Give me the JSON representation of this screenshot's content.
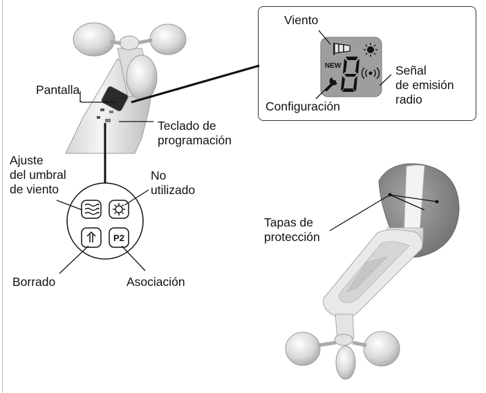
{
  "labels": {
    "pantalla": "Pantalla",
    "teclado": [
      "Teclado de",
      "programación"
    ],
    "ajuste": [
      "Ajuste",
      "del umbral",
      "de viento"
    ],
    "no_utilizado": [
      "No",
      "utilizado"
    ],
    "borrado": "Borrado",
    "asociacion": "Asociación",
    "tapas": [
      "Tapas de",
      "protección"
    ]
  },
  "display_inset": {
    "viento": "Viento",
    "senal": [
      "Señal",
      "de emisión",
      "radio"
    ],
    "configuracion": "Configuración",
    "new_badge": "NEW",
    "digit": "8"
  },
  "keypad": {
    "keys": [
      {
        "name": "wind-threshold-key",
        "icon": "wind-waves-icon"
      },
      {
        "name": "unused-key",
        "icon": "sun-icon"
      },
      {
        "name": "erase-key",
        "icon": "double-arrow-up-icon"
      },
      {
        "name": "pairing-key",
        "text": "P2"
      }
    ]
  },
  "colors": {
    "device_body": "#e4e4e4",
    "device_shadow": "#b5b5b5",
    "cover_dark": "#8a8a8a",
    "line": "#111111"
  }
}
